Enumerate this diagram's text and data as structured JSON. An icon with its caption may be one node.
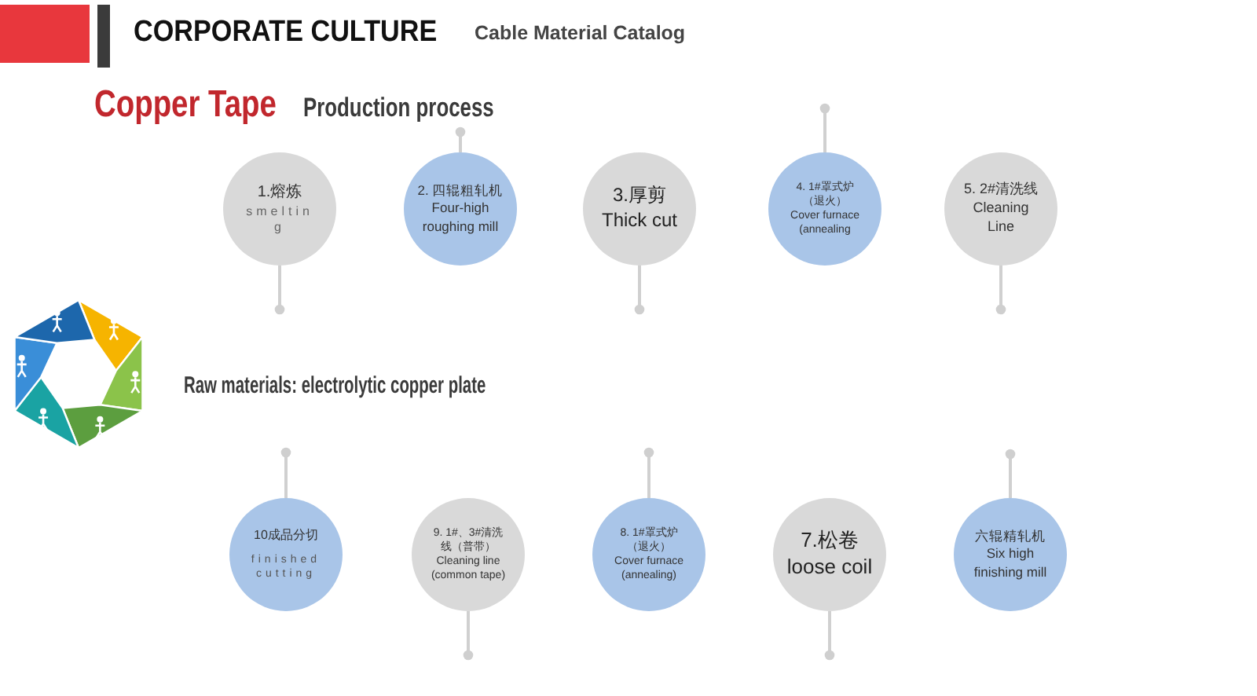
{
  "diagram": {
    "title": "CORPORATE CULTURE",
    "nodes": [
      {
        "text": [
          "1.熔炼",
          "smelting"
        ]
      },
      {
        "text": [
          "2. 四辊粗轧机Four-high roughing mill"
        ]
      },
      {
        "text": [
          "3.厚剪 Thick cut"
        ]
      },
      {
        "text": [
          "4. 1#罩式炉（退火）Cover furnace (annealing"
        ]
      },
      {
        "text": [
          "5. 2#清洗线 Cleaning Line"
        ]
      },
      {
        "text": [
          "10成品分切",
          "finished cutting"
        ]
      },
      {
        "text": [
          "9. 1#、3#清洗线（普带）Cleaning line (common tape)"
        ]
      },
      {
        "text": [
          "8. 1#罩式炉（退火）Cover furnace (annealing)"
        ]
      },
      {
        "text": [
          "7.松卷 loose coil"
        ]
      },
      {
        "text": [
          "六辊精轧机 Six high finishing mill"
        ]
      }
    ],
    "edges": [
      {
        "from": 0,
        "to": null,
        "arrow": "other"
      },
      {
        "from": 1,
        "to": null,
        "arrow": "other"
      },
      {
        "from": 2,
        "to": null,
        "arrow": "other"
      },
      {
        "from": 3,
        "to": null,
        "arrow": "other"
      },
      {
        "from": 4,
        "to": null,
        "arrow": "other"
      },
      {
        "from": 5,
        "to": null,
        "arrow": "other"
      },
      {
        "from": 6,
        "to": null,
        "arrow": "other"
      },
      {
        "from": 7,
        "to": null,
        "arrow": "other"
      },
      {
        "from": 8,
        "to": null,
        "arrow": "other"
      },
      {
        "from": 9,
        "to": null,
        "arrow": "other"
      }
    ],
    "labels": [
      "Cable Material Catalog",
      "Copper Tape",
      "Production process",
      "Raw materials: electrolytic copper plate"
    ]
  }
}
